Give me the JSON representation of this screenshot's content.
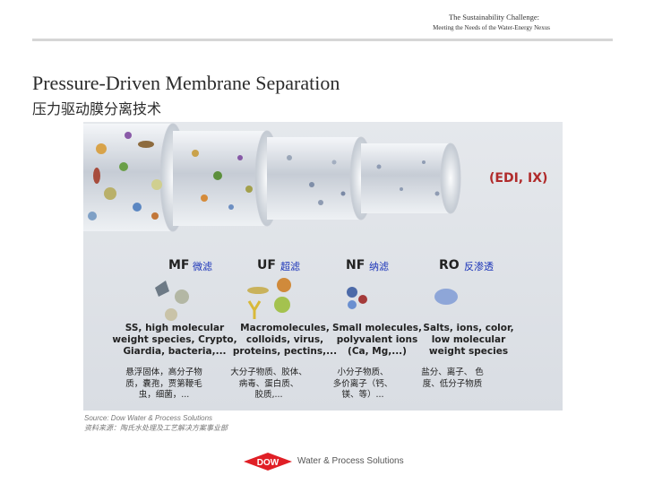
{
  "header": {
    "line1": "The Sustainability Challenge:",
    "line2": "Meeting the Needs of the Water-Energy Nexus"
  },
  "title": {
    "en": "Pressure-Driven Membrane Separation",
    "zh": "压力驱动膜分离技术"
  },
  "figure": {
    "edi_label": "(EDI, IX)",
    "processes": [
      {
        "code": "MF",
        "zh": "微滤"
      },
      {
        "code": "UF",
        "zh": "超滤"
      },
      {
        "code": "NF",
        "zh": "纳滤"
      },
      {
        "code": "RO",
        "zh": "反渗透"
      }
    ],
    "species": [
      {
        "en": [
          "SS, high molecular",
          "weight species, Crypto,",
          "Giardia, bacteria,..."
        ],
        "zh": [
          "悬浮固体，高分子物",
          "质，囊孢，贾第鞭毛",
          "虫，细菌，..."
        ]
      },
      {
        "en": [
          "Macromolecules,",
          "colloids, virus,",
          "proteins, pectins,..."
        ],
        "zh": [
          "大分子物质、胶体、",
          "病毒、蛋白质、",
          "胶质,..."
        ]
      },
      {
        "en": [
          "Small molecules,",
          "polyvalent ions",
          "(Ca, Mg,...)"
        ],
        "zh": [
          "小分子物质、",
          "多价离子（钙、",
          "镁、等）..."
        ]
      },
      {
        "en": [
          "Salts, ions, color,",
          "low molecular",
          "weight species"
        ],
        "zh": [
          "盐分、离子、 色",
          "度、低分子物质",
          ""
        ]
      }
    ]
  },
  "source": {
    "en": "Source: Dow Water & Process Solutions",
    "zh": "资料来源：陶氏水处理及工艺解决方案事业部"
  },
  "logo": {
    "brand": "DOW",
    "tagline": "Water & Process Solutions",
    "brand_color": "#e01f26"
  }
}
